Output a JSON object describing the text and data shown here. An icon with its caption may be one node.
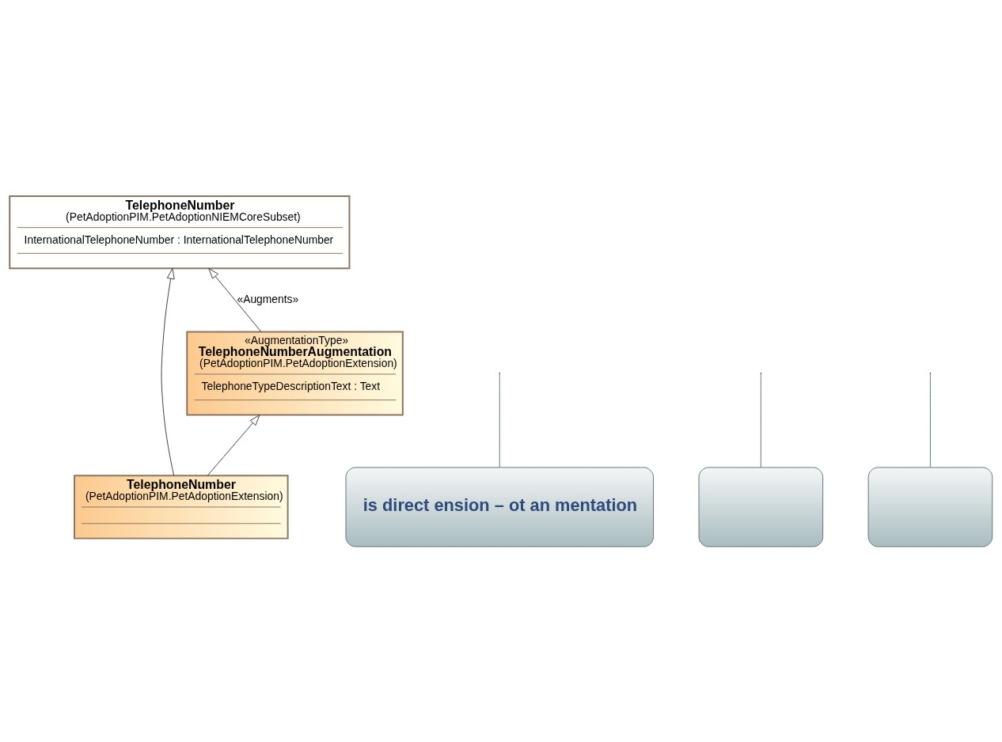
{
  "diagram": {
    "nodes": [
      {
        "text": [
          "TelephoneNumber",
          "(PetAdoptionPIM.PetAdoptionNIEMCoreSubset)",
          "InternationalTelephoneNumber : InternationalTelephoneNumber"
        ]
      },
      {
        "text": [
          "«AugmentationType»",
          "TelephoneNumberAugmentation",
          "(PetAdoptionPIM.PetAdoptionExtension)",
          "TelephoneTypeDescriptionText : Text"
        ]
      },
      {
        "text": [
          "TelephoneNumber",
          "(PetAdoptionPIM.PetAdoptionExtension)"
        ]
      },
      {
        "text": [
          "is direct ension – ot an mentation"
        ]
      },
      {
        "text": [],
        "shape": "box"
      },
      {
        "text": [],
        "shape": "box"
      }
    ],
    "edges": [
      {
        "from": 2,
        "to": 0,
        "arrow": "to"
      },
      {
        "from": 1,
        "to": 0,
        "arrow": "to",
        "label": "«Augments»"
      },
      {
        "from": 2,
        "to": 1,
        "arrow": "to"
      },
      {
        "from": 3,
        "to": null,
        "arrow": "none"
      },
      {
        "from": 4,
        "to": null,
        "arrow": "none"
      },
      {
        "from": 5,
        "to": null,
        "arrow": "none"
      }
    ]
  }
}
